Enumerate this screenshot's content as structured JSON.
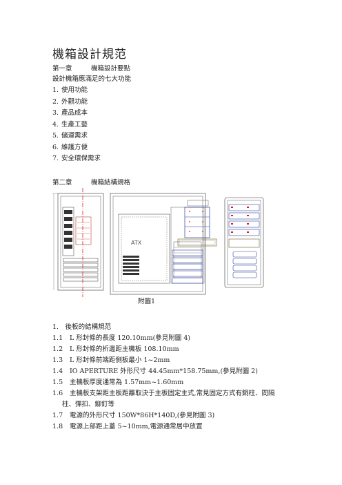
{
  "title": "機箱設計規范",
  "chapter1": {
    "number": "第一章",
    "heading": "機箱設計要點",
    "intro": "設計機箱應滿足的七大功能",
    "items": [
      {
        "n": "1.",
        "text": "使用功能"
      },
      {
        "n": "2.",
        "text": "外觀功能"
      },
      {
        "n": "3.",
        "text": "產品成本"
      },
      {
        "n": "4.",
        "text": "生產工藝"
      },
      {
        "n": "5.",
        "text": "儲運需求"
      },
      {
        "n": "6.",
        "text": "維護方便"
      },
      {
        "n": "7.",
        "text": "安全環保需求"
      }
    ]
  },
  "chapter2": {
    "number": "第二章",
    "heading": "機箱結構規格",
    "figure_label": "ATX",
    "figure_caption": "附圖1",
    "subheading": "1.　後板的結構規范",
    "sections": [
      {
        "n": "1.1",
        "text": "L 形封條的長度 120.10mm(參見附圖 4)"
      },
      {
        "n": "1.2",
        "text": "L 形封條的折邊距主機板 108.10mm"
      },
      {
        "n": "1.3",
        "text": "L 形封條前端距側板最小 1~2mm"
      },
      {
        "n": "1.4",
        "text": "IO APERTURE 外形尺寸 44.45mm*158.75mm,(參見附圖 2)"
      },
      {
        "n": "1.5",
        "text": "主機板厚度通常為 1.57mm~1.60mm"
      },
      {
        "n": "1.6",
        "text": "主機板支架距主板距離取決于主板固定主式,常見固定方式有銅柱、間隔"
      },
      {
        "n": "",
        "text": "柱、彈扣、鉚釘等"
      },
      {
        "n": "1.7",
        "text": "電源的外形尺寸 150W*86H*140D,(參見附圖 3)"
      },
      {
        "n": "1.8",
        "text": "電源上部距上蓋 5~10mm,電源通常居中放置"
      }
    ]
  }
}
